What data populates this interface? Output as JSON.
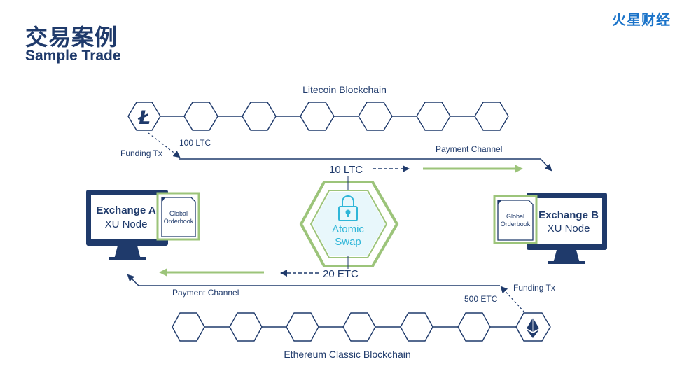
{
  "header": {
    "title_cn": "交易案例",
    "title_en": "Sample Trade",
    "brand": "火星财经"
  },
  "litecoin": {
    "chain_label": "Litecoin Blockchain",
    "coin_symbol": "Ł",
    "amount": "100 LTC",
    "funding_label": "Funding Tx",
    "channel_label": "Payment Channel",
    "swap_amount": "10 LTC"
  },
  "ethereum": {
    "chain_label": "Ethereum Classic Blockchain",
    "amount": "500 ETC",
    "funding_label": "Funding Tx",
    "channel_label": "Payment Channel",
    "swap_amount": "20 ETC"
  },
  "exchange_a": {
    "name": "Exchange A",
    "node": "XU Node",
    "book_line1": "Global",
    "book_line2": "Orderbook"
  },
  "exchange_b": {
    "name": "Exchange B",
    "node": "XU Node",
    "book_line1": "Global",
    "book_line2": "Orderbook"
  },
  "swap": {
    "line1": "Atomic",
    "line2": "Swap"
  },
  "colors": {
    "navy": "#1f3a6b",
    "green": "#9cc47a",
    "teal": "#2fb6d8",
    "brand_blue": "#1a73c9"
  },
  "icons": [
    "litecoin-icon",
    "ethereum-icon",
    "lock-icon",
    "monitor-icon",
    "document-icon"
  ]
}
